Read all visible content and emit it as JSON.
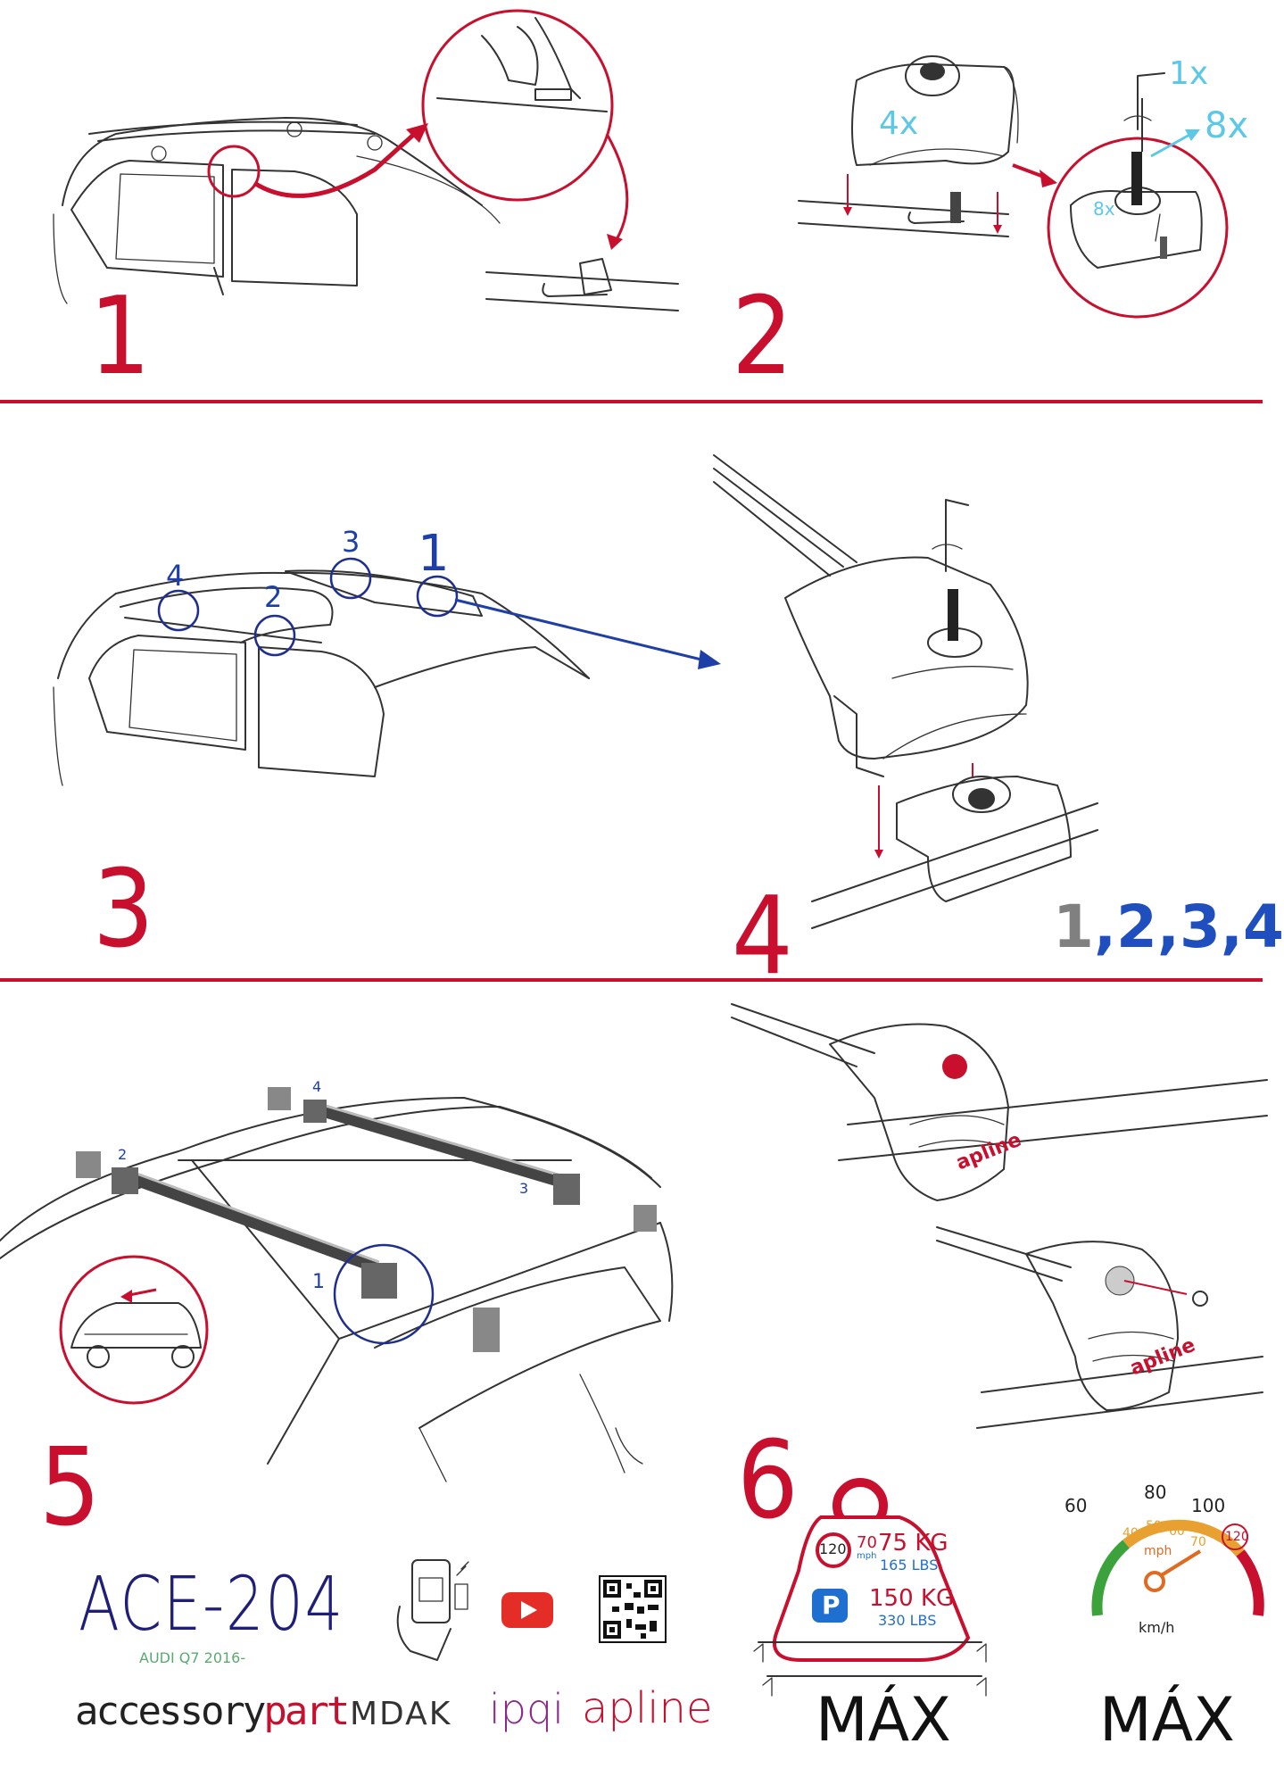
{
  "steps": {
    "s1": "1",
    "s2": "2",
    "s3": "3",
    "s4": "4",
    "s5": "5",
    "s6": "6"
  },
  "step2": {
    "qty_pads": "4x",
    "qty_key": "1x",
    "qty_screw": "8x",
    "qty_screw_small": "8x"
  },
  "step3": {
    "p1": "1",
    "p2": "2",
    "p3": "3",
    "p4": "4"
  },
  "step4": {
    "sequence_1": "1",
    "sequence_rest": ",2,3,4"
  },
  "step5": {
    "p1": "1",
    "p2": "2",
    "p3": "3",
    "p4": "4"
  },
  "step6": {
    "brand_on_foot": "apline"
  },
  "product": {
    "code": "ACE-204",
    "vehicle": "AUDI Q7 2016-"
  },
  "brands": {
    "accessory_a": "accessory",
    "accessory_b": "part",
    "mdak": "MDAK",
    "ipqi": "ipqi",
    "apline": "apline"
  },
  "load": {
    "speed": "120",
    "speed_unit": "mph",
    "speed_mph": "70",
    "dynamic_kg": "75 KG",
    "dynamic_lbs": "165 LBS",
    "parking": "P",
    "static_kg": "150 KG",
    "static_lbs": "330 LBS",
    "max": "MÁX"
  },
  "speedo": {
    "t60": "60",
    "t80": "80",
    "t100": "100",
    "t120": "120",
    "i40": "40",
    "i50": "50",
    "i60": "60",
    "i70": "70",
    "unit_inner": "mph",
    "unit": "km/h",
    "max": "MÁX"
  },
  "colors": {
    "accent_red": "#c8102e",
    "navy": "#1f1f7a",
    "cyan": "#5bc8e8",
    "blue": "#1f4fbf",
    "grey": "#808080",
    "youtube_red": "#e52d27",
    "parking_blue": "#1f6fd0"
  }
}
